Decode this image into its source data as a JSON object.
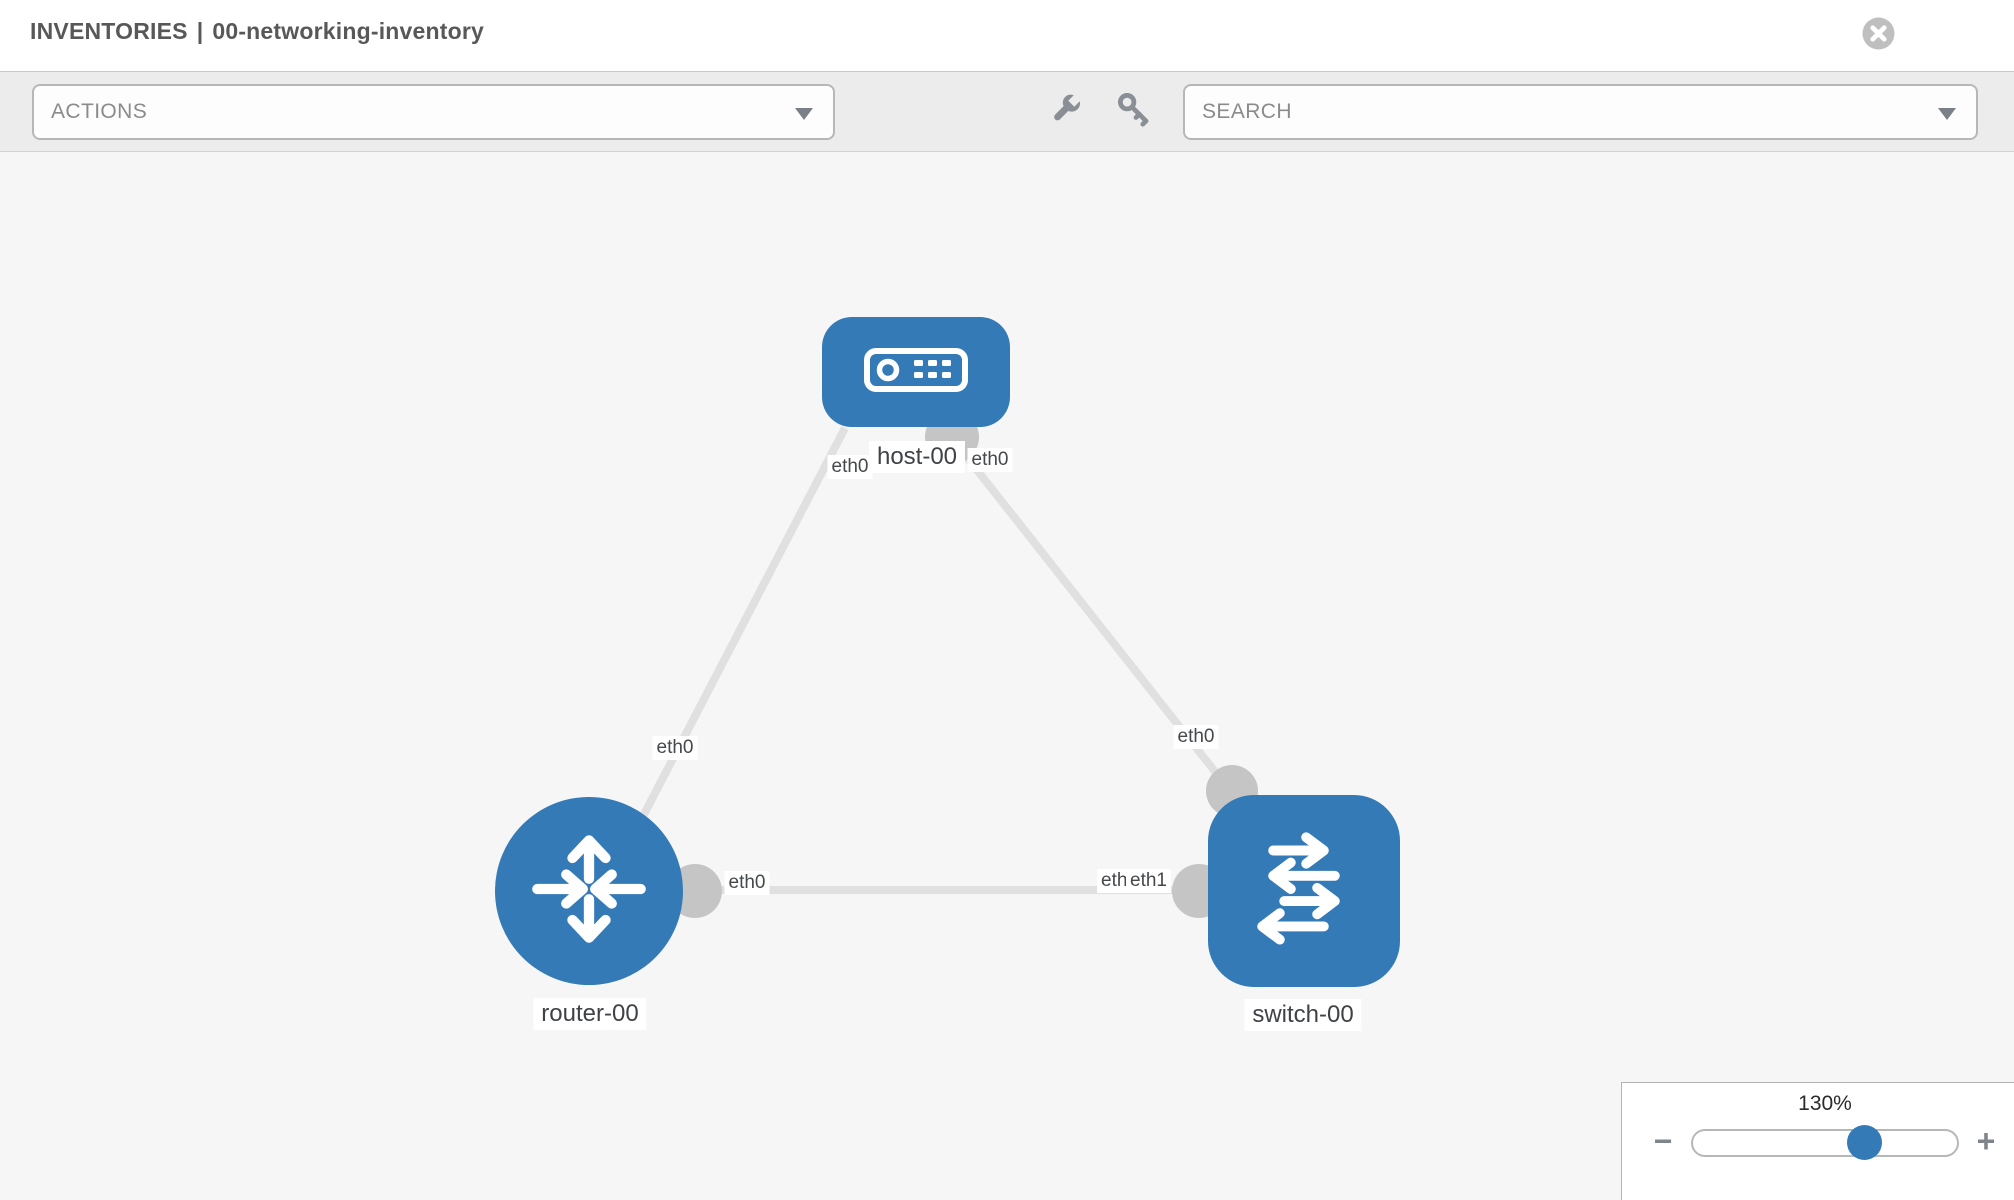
{
  "header": {
    "title_primary": "INVENTORIES",
    "title_separator": "|",
    "title_secondary": "00-networking-inventory"
  },
  "toolbar": {
    "actions_label": "ACTIONS",
    "search_placeholder": "SEARCH"
  },
  "diagram": {
    "nodes": [
      {
        "id": "host-00",
        "type": "host",
        "label": "host-00"
      },
      {
        "id": "router-00",
        "type": "router",
        "label": "router-00"
      },
      {
        "id": "switch-00",
        "type": "switch",
        "label": "switch-00"
      }
    ],
    "links": [
      {
        "source": "router-00",
        "source_interface": "eth0",
        "target": "host-00",
        "target_interface": "eth0"
      },
      {
        "source": "switch-00",
        "source_interface": "eth0",
        "target": "host-00",
        "target_interface": "eth0"
      },
      {
        "source": "router-00",
        "source_interface": "eth0",
        "target": "switch-00",
        "target_interface": "eth1",
        "target_interface_underlay": "eth0"
      }
    ]
  },
  "zoom_control": {
    "level": "130%",
    "zoom_out_symbol": "−",
    "zoom_in_symbol": "+"
  },
  "icons": {
    "close": "close-circle-icon",
    "actions_caret": "chevron-down-icon",
    "search_caret": "chevron-down-icon",
    "configure": "wrench-icon",
    "credentials": "key-icon",
    "host": "host-server-icon",
    "router": "router-arrows-icon",
    "switch": "switch-arrows-icon",
    "zoom_out": "minus-icon",
    "zoom_in": "plus-icon"
  },
  "colors": {
    "node_blue": "#337ab7",
    "link_gray": "#e0e0e0",
    "port_gray": "#c5c5c5",
    "canvas_bg": "#f6f6f6",
    "toolbar_bg": "#ececec"
  }
}
